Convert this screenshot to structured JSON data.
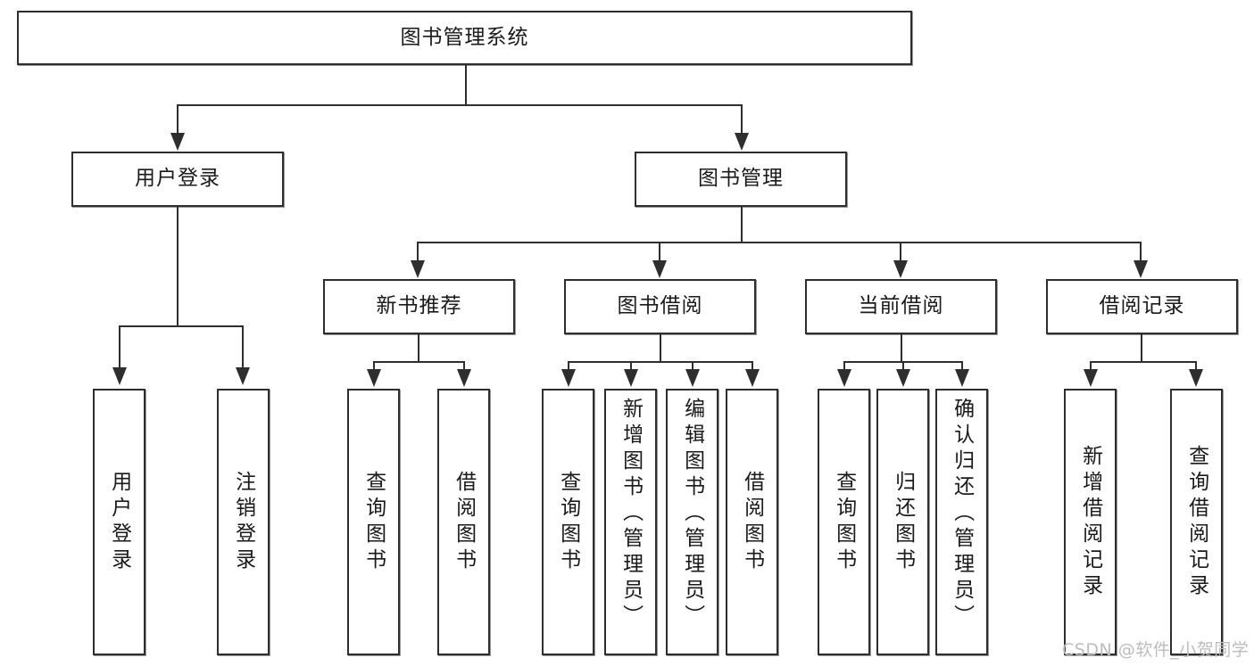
{
  "diagram": {
    "type": "tree-hierarchy-chart",
    "title": "图书管理系统",
    "watermark": "CSDN @软件_小贺同学",
    "colors": {
      "background": "#ffffff",
      "border": "#2e2e2e",
      "text": "#1a1a1a",
      "watermark": "#bdbdbd"
    },
    "nodes": {
      "root": {
        "label": "图书管理系统",
        "level": 0
      },
      "level1": [
        {
          "id": "user-login",
          "label": "用户登录"
        },
        {
          "id": "book-management",
          "label": "图书管理"
        }
      ],
      "level2": [
        {
          "id": "new-book-recommend",
          "label": "新书推荐",
          "parent": "book-management"
        },
        {
          "id": "book-borrow",
          "label": "图书借阅",
          "parent": "book-management"
        },
        {
          "id": "current-borrow",
          "label": "当前借阅",
          "parent": "book-management"
        },
        {
          "id": "borrow-record",
          "label": "借阅记录",
          "parent": "book-management"
        }
      ],
      "leaves": {
        "user-login": [
          {
            "id": "leaf-user-login",
            "label": "用户登录"
          },
          {
            "id": "leaf-user-logout",
            "label": "注销登录"
          }
        ],
        "new-book-recommend": [
          {
            "id": "leaf-query-book-1",
            "label": "查询图书"
          },
          {
            "id": "leaf-borrow-book-1",
            "label": "借阅图书"
          }
        ],
        "book-borrow": [
          {
            "id": "leaf-query-book-2",
            "label": "查询图书"
          },
          {
            "id": "leaf-add-book",
            "label": "新增图书（管理员）"
          },
          {
            "id": "leaf-edit-book",
            "label": "编辑图书（管理员）"
          },
          {
            "id": "leaf-borrow-book-2",
            "label": "借阅图书"
          }
        ],
        "current-borrow": [
          {
            "id": "leaf-query-book-3",
            "label": "查询图书"
          },
          {
            "id": "leaf-return-book",
            "label": "归还图书"
          },
          {
            "id": "leaf-confirm-return",
            "label": "确认归还（管理员）"
          }
        ],
        "borrow-record": [
          {
            "id": "leaf-add-record",
            "label": "新增借阅记录"
          },
          {
            "id": "leaf-query-record",
            "label": "查询借阅记录"
          }
        ]
      }
    }
  }
}
